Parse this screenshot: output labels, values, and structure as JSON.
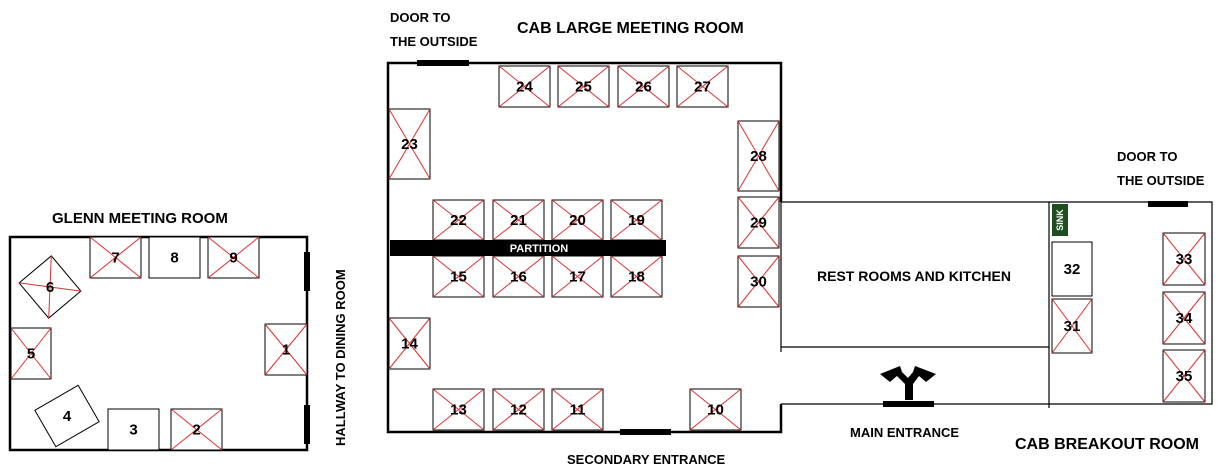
{
  "labels": {
    "door_outside_left": [
      "DOOR TO",
      "THE OUTSIDE"
    ],
    "door_outside_right": [
      "DOOR TO",
      "THE OUTSIDE"
    ],
    "cab_large": "CAB LARGE MEETING ROOM",
    "glenn": "GLENN MEETING ROOM",
    "hallway": "HALLWAY TO DINING ROOM",
    "partition": "PARTITION",
    "restrooms": "REST ROOMS AND KITCHEN",
    "sink": "SINK",
    "main_entrance": "MAIN ENTRANCE",
    "secondary_entrance": "SECONDARY ENTRANCE",
    "cab_breakout": "CAB BREAKOUT ROOM"
  },
  "tables": [
    {
      "id": "1",
      "reserved": true
    },
    {
      "id": "2",
      "reserved": true
    },
    {
      "id": "3",
      "reserved": false
    },
    {
      "id": "4",
      "reserved": false
    },
    {
      "id": "5",
      "reserved": true
    },
    {
      "id": "6",
      "reserved": true
    },
    {
      "id": "7",
      "reserved": true
    },
    {
      "id": "8",
      "reserved": false
    },
    {
      "id": "9",
      "reserved": true
    },
    {
      "id": "10",
      "reserved": true
    },
    {
      "id": "11",
      "reserved": true
    },
    {
      "id": "12",
      "reserved": true
    },
    {
      "id": "13",
      "reserved": true
    },
    {
      "id": "14",
      "reserved": true
    },
    {
      "id": "15",
      "reserved": true
    },
    {
      "id": "16",
      "reserved": true
    },
    {
      "id": "17",
      "reserved": true
    },
    {
      "id": "18",
      "reserved": true
    },
    {
      "id": "19",
      "reserved": true
    },
    {
      "id": "20",
      "reserved": true
    },
    {
      "id": "21",
      "reserved": true
    },
    {
      "id": "22",
      "reserved": true
    },
    {
      "id": "23",
      "reserved": true
    },
    {
      "id": "24",
      "reserved": true
    },
    {
      "id": "25",
      "reserved": true
    },
    {
      "id": "26",
      "reserved": true
    },
    {
      "id": "27",
      "reserved": true
    },
    {
      "id": "28",
      "reserved": true
    },
    {
      "id": "29",
      "reserved": true
    },
    {
      "id": "30",
      "reserved": true
    },
    {
      "id": "31",
      "reserved": true
    },
    {
      "id": "32",
      "reserved": false
    },
    {
      "id": "33",
      "reserved": true
    },
    {
      "id": "34",
      "reserved": true
    },
    {
      "id": "35",
      "reserved": true
    }
  ],
  "colors": {
    "reserved_mark": "#e03030",
    "sink_fill": "#1e4d1e",
    "sink_text": "#ffffff"
  }
}
